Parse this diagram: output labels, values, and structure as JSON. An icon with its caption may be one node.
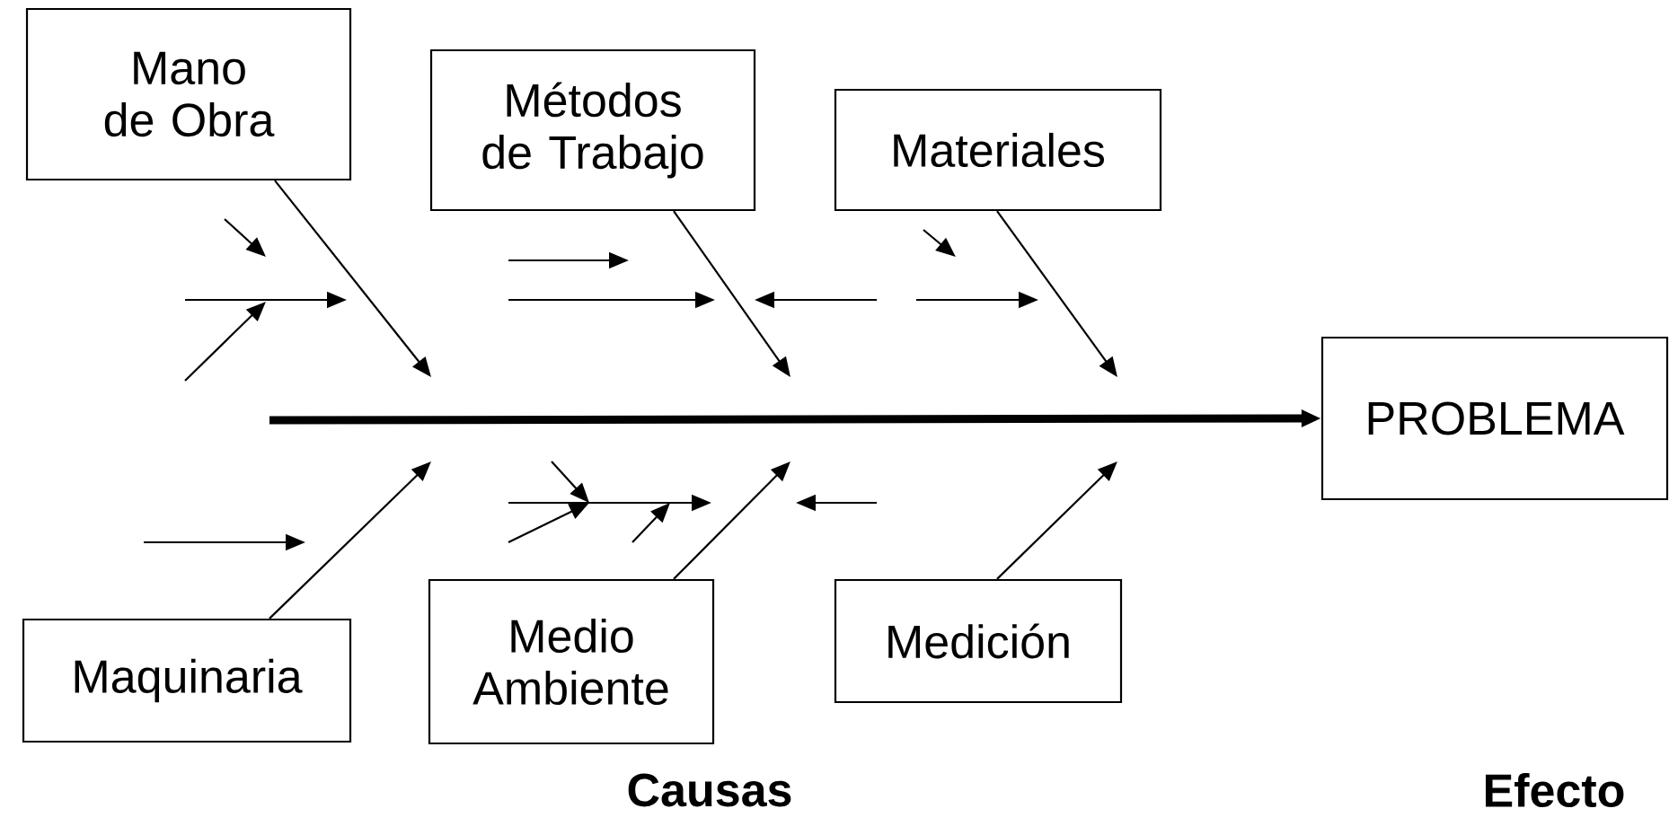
{
  "diagram": {
    "nodes": [
      {
        "text": [
          "Mano de Obra"
        ]
      },
      {
        "text": [
          "Métodos de Trabajo"
        ]
      },
      {
        "text": [
          "Materiales"
        ]
      },
      {
        "text": [
          "PROBLEMA"
        ]
      },
      {
        "text": [
          "Maquinaria"
        ]
      },
      {
        "text": [
          "Medio Ambiente"
        ]
      },
      {
        "text": [
          "Medición"
        ]
      }
    ],
    "edges": [
      {
        "from": 0,
        "to": null,
        "arrow": "to"
      },
      {
        "from": 1,
        "to": null,
        "arrow": "to"
      },
      {
        "from": 2,
        "to": null,
        "arrow": "to"
      },
      {
        "from": null,
        "to": 3,
        "arrow": "to",
        "style": "thick"
      },
      {
        "from": 4,
        "to": null,
        "arrow": "to"
      },
      {
        "from": 5,
        "to": null,
        "arrow": "to"
      },
      {
        "from": 6,
        "to": null,
        "arrow": "to"
      }
    ],
    "labels": [
      "Causas",
      "Efecto"
    ]
  }
}
